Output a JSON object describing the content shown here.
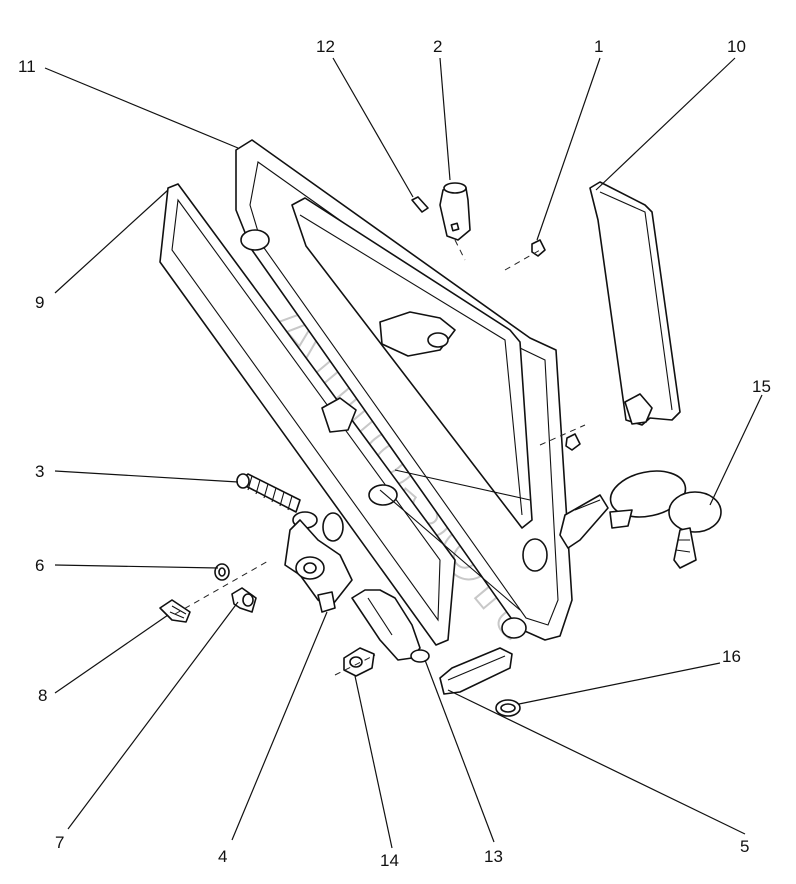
{
  "watermark": "AutoSoft",
  "corner_mark": "",
  "colors": {
    "line": "#111111",
    "watermark": "#c8c8c8",
    "background": "#ffffff"
  },
  "callouts": [
    {
      "id": "1",
      "label": "1"
    },
    {
      "id": "2",
      "label": "2"
    },
    {
      "id": "3",
      "label": "3"
    },
    {
      "id": "4",
      "label": "4"
    },
    {
      "id": "5",
      "label": "5"
    },
    {
      "id": "6",
      "label": "6"
    },
    {
      "id": "7",
      "label": "7"
    },
    {
      "id": "8",
      "label": "8"
    },
    {
      "id": "9",
      "label": "9"
    },
    {
      "id": "10",
      "label": "10"
    },
    {
      "id": "11",
      "label": "11"
    },
    {
      "id": "12",
      "label": "12"
    },
    {
      "id": "13",
      "label": "13"
    },
    {
      "id": "14",
      "label": "14"
    },
    {
      "id": "15",
      "label": "15"
    },
    {
      "id": "16",
      "label": "16"
    }
  ]
}
